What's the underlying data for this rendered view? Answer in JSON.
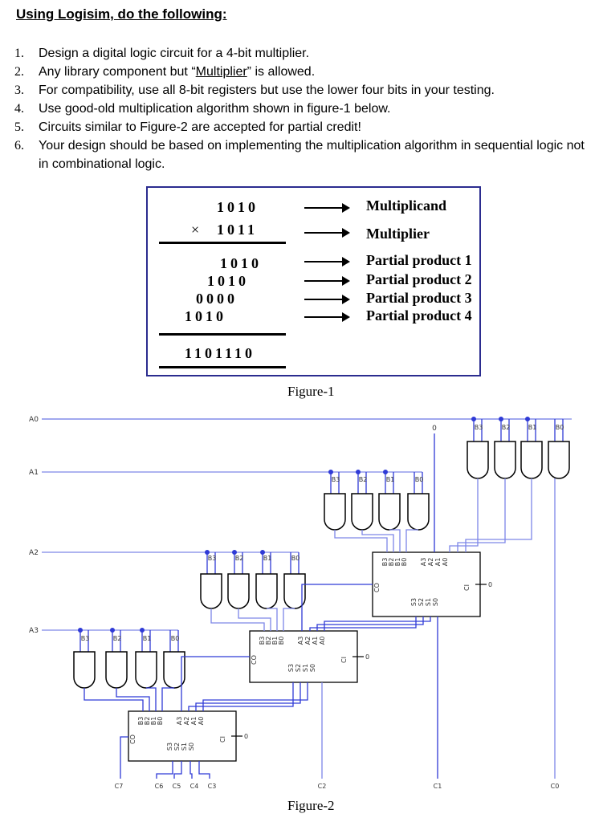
{
  "heading": "Using Logisim, do the following:",
  "requirements": [
    {
      "num": "1.",
      "text": "Design a digital logic circuit for a 4-bit multiplier."
    },
    {
      "num": "2.",
      "pre": "Any library component but “",
      "link": "Multiplier",
      "post": "” is allowed."
    },
    {
      "num": "3.",
      "text": "For compatibility, use all 8-bit registers but use the lower four bits in your testing."
    },
    {
      "num": "4.",
      "text": "Use good-old multiplication algorithm shown in figure-1 below."
    },
    {
      "num": "5.",
      "text": "Circuits similar to Figure-2 are accepted for partial credit!"
    },
    {
      "num": "6.",
      "text": "Your design should be based on implementing the multiplication algorithm in sequential logic not in combinational logic."
    }
  ],
  "figure1": {
    "multiplicand": "1010",
    "times": "×",
    "multiplier": "1011",
    "partials": [
      "1010",
      "1010",
      "0000",
      "1010"
    ],
    "result": "1101110",
    "labels": {
      "multiplicand": "Multiplicand",
      "multiplier": "Multiplier",
      "partials": [
        "Partial product 1",
        "Partial product 2",
        "Partial product 3",
        "Partial product 4"
      ]
    },
    "caption": "Figure-1"
  },
  "figure2": {
    "caption": "Figure-2",
    "inputs": [
      "A0",
      "A1",
      "A2",
      "A3"
    ],
    "gate_labels": [
      "B3",
      "B2",
      "B1",
      "B0"
    ],
    "adder_b_pins": [
      "B3",
      "B2",
      "B1",
      "B0"
    ],
    "adder_a_pins": [
      "A3",
      "A2",
      "A1",
      "A0"
    ],
    "adder_s_pins": [
      "S3",
      "S2",
      "S1",
      "S0"
    ],
    "ci": "CI",
    "co": "CO",
    "zero": "0",
    "outputs": [
      "C7",
      "C6",
      "C5",
      "C4",
      "C3",
      "C2",
      "C1",
      "C0"
    ],
    "colors": {
      "wire": "#2f3ad6",
      "wire_light": "#7d86e8",
      "gate": "#000000"
    }
  }
}
